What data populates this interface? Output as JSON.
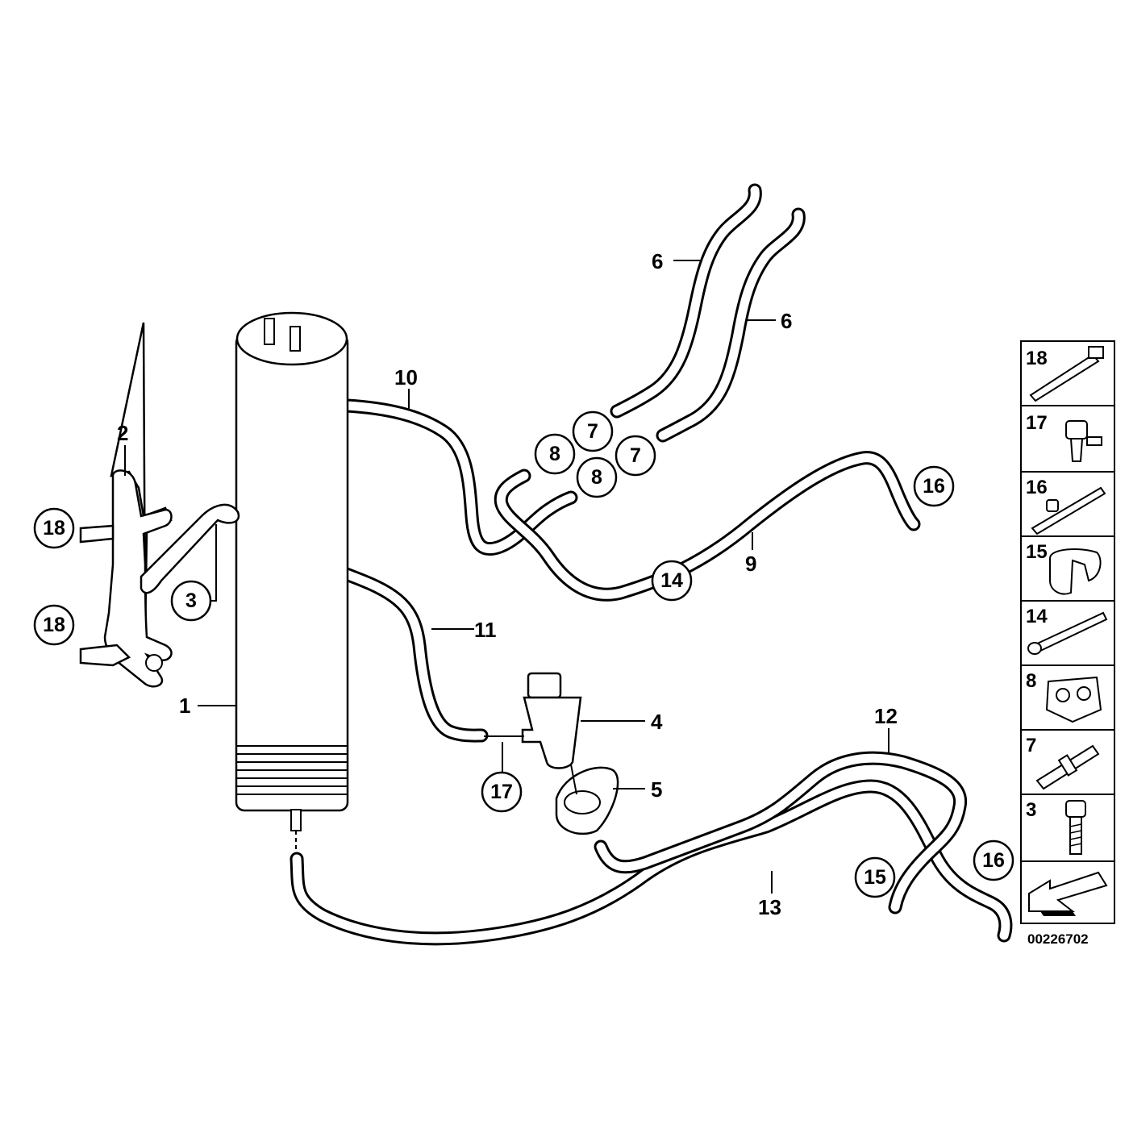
{
  "callouts": {
    "c1": "1",
    "c2": "2",
    "c3": "3",
    "c4": "4",
    "c5": "5",
    "c6a": "6",
    "c6b": "6",
    "c7a": "7",
    "c7b": "7",
    "c8a": "8",
    "c8b": "8",
    "c9": "9",
    "c10": "10",
    "c11": "11",
    "c12": "12",
    "c13": "13",
    "c14": "14",
    "c15": "15",
    "c16a": "16",
    "c16b": "16",
    "c17": "17",
    "c18a": "18",
    "c18b": "18"
  },
  "sidebar": {
    "items": [
      "18",
      "17",
      "16",
      "15",
      "14",
      "8",
      "7",
      "3"
    ],
    "icons": [
      "cable-tie-icon",
      "connector-icon",
      "hose-clip-icon",
      "clip-icon",
      "strap-icon",
      "holder-icon",
      "hose-connector-icon",
      "bolt-icon"
    ]
  },
  "reference_number": "00226702"
}
